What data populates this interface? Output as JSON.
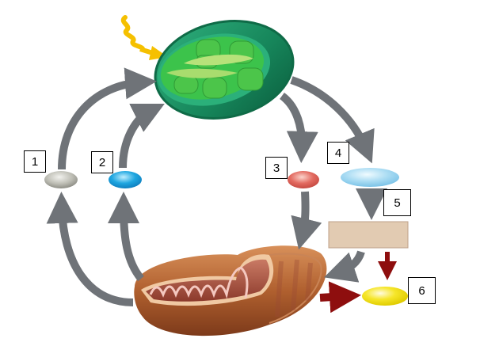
{
  "diagram": {
    "type": "cycle-diagram",
    "subject": "chloroplast-mitochondrion energy cycle",
    "organelles": [
      {
        "id": "chloroplast",
        "name": "chloroplast",
        "color": "#1f9a6a"
      },
      {
        "id": "mitochondrion",
        "name": "mitochondrion",
        "color": "#b0533f"
      }
    ],
    "light_source": {
      "name": "sunlight",
      "color": "#f5c000"
    },
    "molecules": [
      {
        "id": "m1",
        "label": "1",
        "color": "#b9b9b1"
      },
      {
        "id": "m2",
        "label": "2",
        "color": "#1ea6e0"
      },
      {
        "id": "m3",
        "label": "3",
        "color": "#e0625a"
      },
      {
        "id": "m4",
        "label": "4",
        "color": "#a9dcf3"
      },
      {
        "id": "m5",
        "label": "5",
        "color": "#e2cbb2"
      },
      {
        "id": "m6",
        "label": "6",
        "color": "#f2e21a"
      }
    ],
    "arrows": [
      {
        "from": "mitochondrion",
        "to": "m1",
        "color": "#6f7378"
      },
      {
        "from": "m1",
        "to": "chloroplast",
        "color": "#6f7378"
      },
      {
        "from": "mitochondrion",
        "to": "m2",
        "color": "#6f7378"
      },
      {
        "from": "m2",
        "to": "chloroplast",
        "color": "#6f7378"
      },
      {
        "from": "chloroplast",
        "to": "m3",
        "color": "#6f7378"
      },
      {
        "from": "chloroplast",
        "to": "m4",
        "color": "#6f7378"
      },
      {
        "from": "m3",
        "to": "mitochondrion",
        "color": "#6f7378"
      },
      {
        "from": "m4",
        "to": "m5",
        "color": "#6f7378"
      },
      {
        "from": "m5",
        "to": "mitochondrion",
        "color": "#6f7378"
      },
      {
        "from": "m5",
        "to": "m6",
        "color": "#8e0e0e"
      },
      {
        "from": "mitochondrion",
        "to": "m6",
        "color": "#8e0e0e"
      }
    ]
  }
}
